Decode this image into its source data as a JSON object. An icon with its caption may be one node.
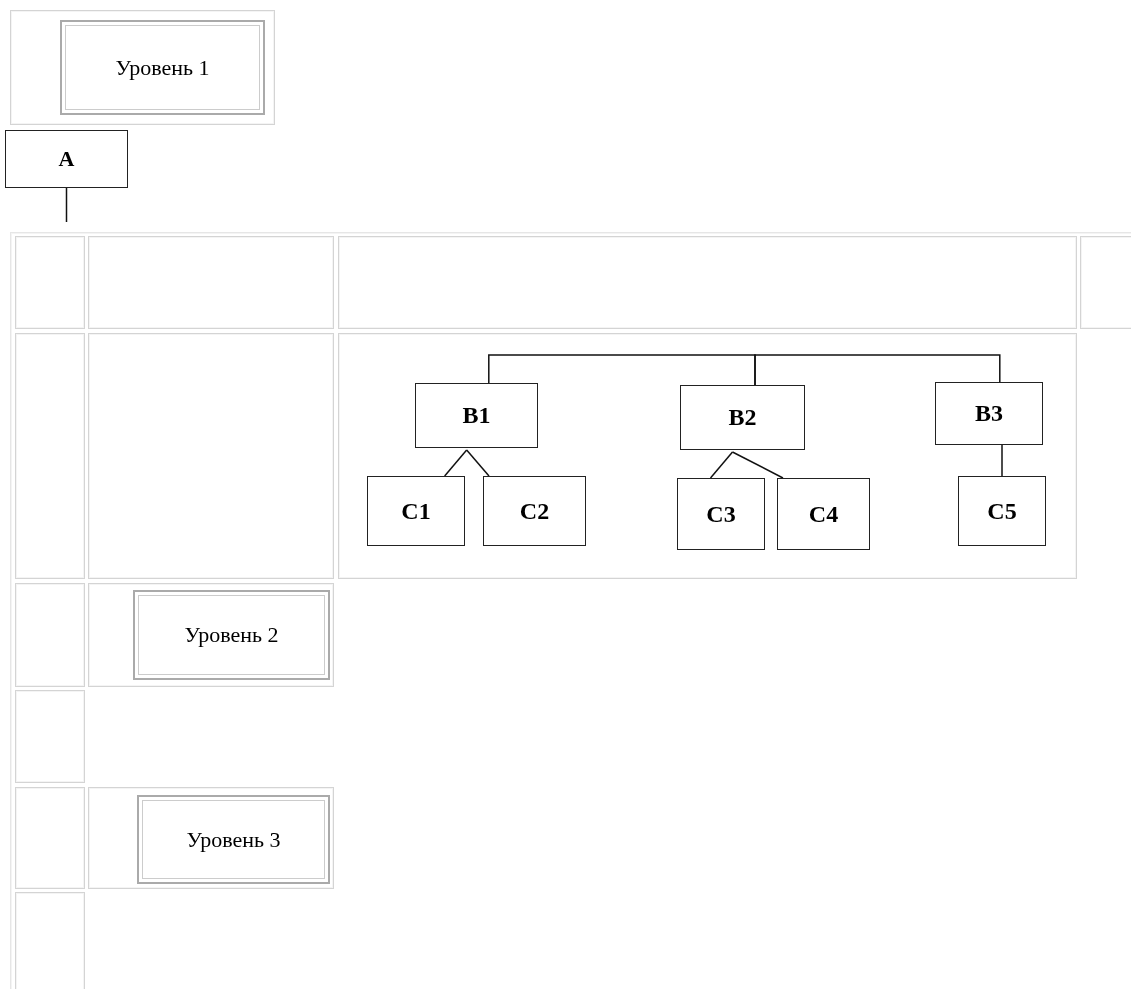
{
  "diagram": {
    "nodes": [
      {
        "text": [
          "Уровень 1"
        ]
      },
      {
        "text": [
          "A"
        ]
      },
      {
        "text": [
          "B1"
        ]
      },
      {
        "text": [
          "B2"
        ]
      },
      {
        "text": [
          "B3"
        ]
      },
      {
        "text": [
          "C1"
        ]
      },
      {
        "text": [
          "C2"
        ]
      },
      {
        "text": [
          "C3"
        ]
      },
      {
        "text": [
          "C4"
        ]
      },
      {
        "text": [
          "C5"
        ]
      },
      {
        "text": [
          "Уровень 2"
        ]
      },
      {
        "text": [
          "Уровень 3"
        ]
      }
    ],
    "edges": [
      {
        "from": 1,
        "to": null,
        "arrow": "none"
      },
      {
        "from": 2,
        "to": 3,
        "arrow": "none"
      },
      {
        "from": 3,
        "to": 4,
        "arrow": "none"
      },
      {
        "from": 2,
        "to": 5,
        "arrow": "none"
      },
      {
        "from": 2,
        "to": 6,
        "arrow": "none"
      },
      {
        "from": 3,
        "to": 7,
        "arrow": "none"
      },
      {
        "from": 3,
        "to": 8,
        "arrow": "none"
      },
      {
        "from": 4,
        "to": 9,
        "arrow": "none"
      }
    ]
  }
}
